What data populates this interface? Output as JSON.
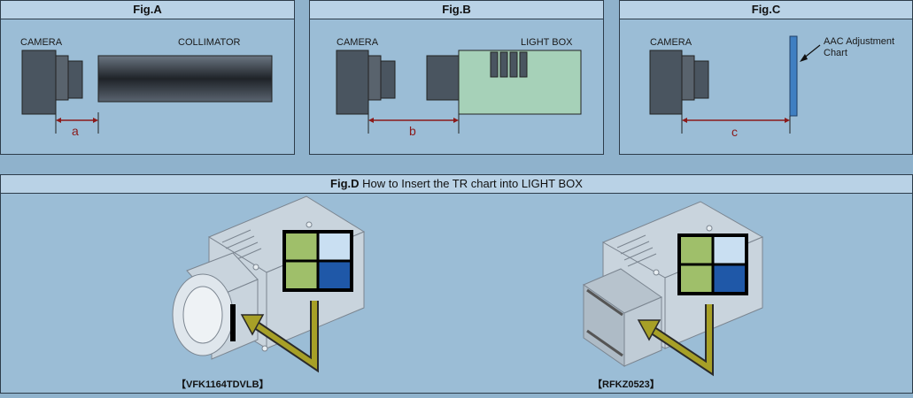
{
  "figA": {
    "title": "Fig.A",
    "camera": "CAMERA",
    "device": "COLLIMATOR",
    "dim": "a"
  },
  "figB": {
    "title": "Fig.B",
    "camera": "CAMERA",
    "device": "LIGHT BOX",
    "dim": "b"
  },
  "figC": {
    "title": "Fig.C",
    "camera": "CAMERA",
    "device_line1": "AAC Adjustment",
    "device_line2": "Chart",
    "dim": "c"
  },
  "figD": {
    "title": "Fig.D",
    "subtitle": "How to Insert the TR chart into LIGHT BOX",
    "model_left": "【VFK1164TDVLB】",
    "model_right": "【RFKZ0523】"
  },
  "colors": {
    "background": "#9bbdd6",
    "header": "#b9d2e6",
    "camera": "#4a5560",
    "lightbox": "#a6d1b8",
    "dimension": "#8b1a1a",
    "arrow": "#a7a027",
    "chart_green": "#9fbf6a",
    "chart_blue": "#1f58a8"
  }
}
